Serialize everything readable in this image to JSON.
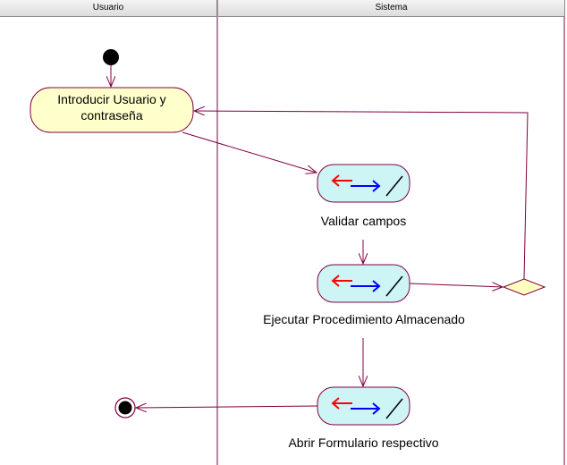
{
  "swimlanes": [
    {
      "name": "Usuario"
    },
    {
      "name": "Sistema"
    }
  ],
  "activities": {
    "introducir": {
      "label_line1": "Introducir Usuario y",
      "label_line2": "contraseña"
    },
    "validar": {
      "label": "Validar campos"
    },
    "ejecutar": {
      "label": "Ejecutar Procedimiento Almacenado"
    },
    "abrir": {
      "label": "Abrir Formulario respectivo"
    }
  },
  "colors": {
    "lane_line": "#800040",
    "flow": "#800040",
    "activity_fill": "#ffffcc",
    "action_fill": "#cdf5f5",
    "decision_fill": "#ffffc0",
    "arrow_red": "#ff0000",
    "arrow_blue": "#0000ff"
  }
}
